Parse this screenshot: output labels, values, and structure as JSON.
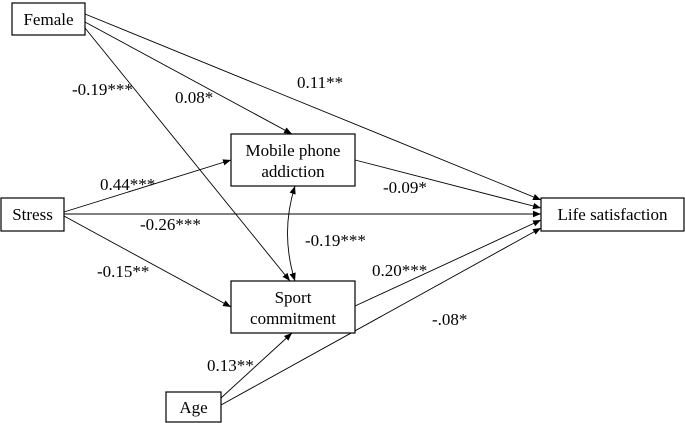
{
  "nodes": {
    "female": {
      "label": "Female"
    },
    "stress": {
      "label": "Stress"
    },
    "age": {
      "label": "Age"
    },
    "mobile": {
      "label_line1": "Mobile phone",
      "label_line2": "addiction"
    },
    "sport": {
      "label_line1": "Sport",
      "label_line2": "commitment"
    },
    "life": {
      "label": "Life satisfaction"
    }
  },
  "paths": {
    "female_sport": "-0.19***",
    "female_mobile": "0.08*",
    "female_life": "0.11**",
    "stress_mobile": "0.44***",
    "stress_life": "-0.26***",
    "stress_sport": "-0.15**",
    "mobile_life": "-0.09*",
    "mobile_sport": "-0.19***",
    "sport_life": "0.20***",
    "age_sport": "0.13**",
    "age_life": "-.08*"
  }
}
